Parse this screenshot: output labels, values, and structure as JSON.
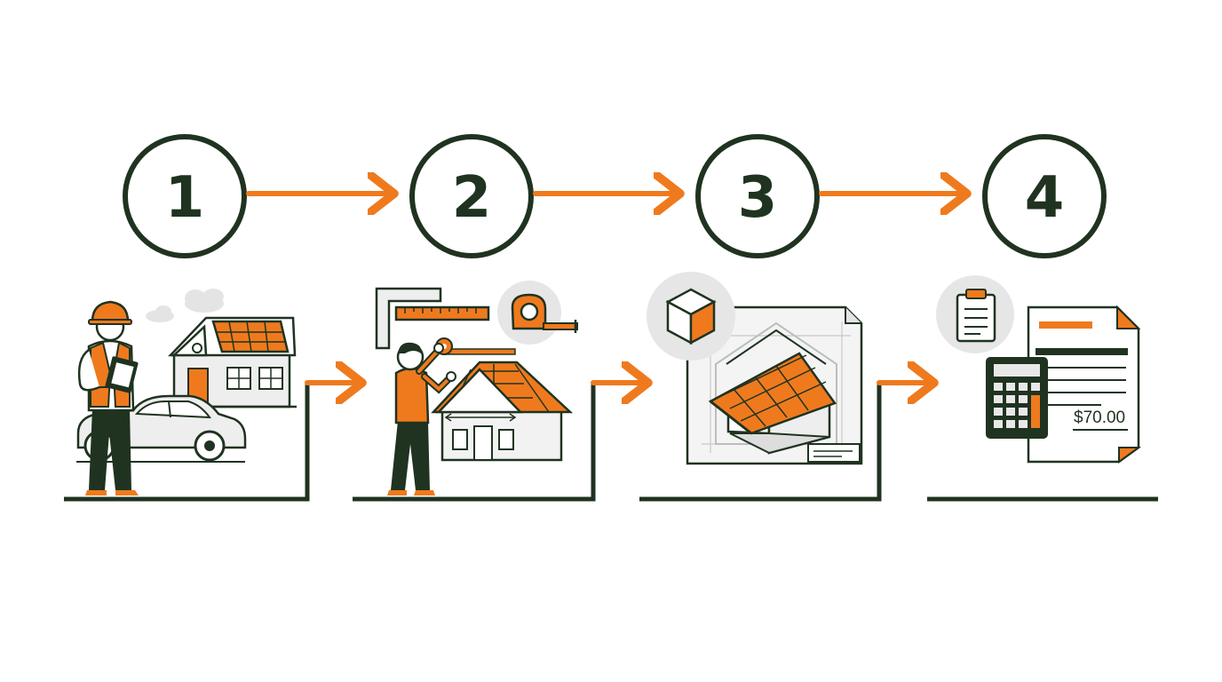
{
  "colors": {
    "accent": "#ef7a1e",
    "ink": "#1f3320",
    "grey": "#e6e6e6",
    "light_grey": "#f2f2f2"
  },
  "steps": [
    {
      "number": "1",
      "illustration": "inspector-with-house-and-car"
    },
    {
      "number": "2",
      "illustration": "worker-measuring-roof"
    },
    {
      "number": "3",
      "illustration": "3d-roof-blueprint"
    },
    {
      "number": "4",
      "illustration": "calculator-and-invoice"
    }
  ],
  "icons": {
    "step2_badge": "tape-measure-icon",
    "step3_badge": "cube-icon",
    "step4_badge": "clipboard-icon"
  },
  "invoice": {
    "amount": "$70.00"
  }
}
